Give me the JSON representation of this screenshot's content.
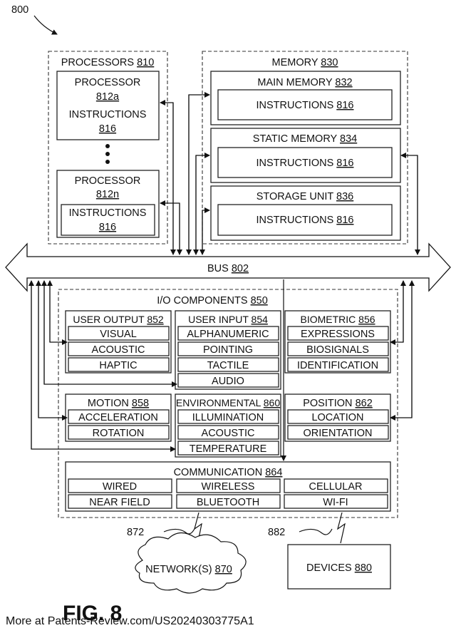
{
  "figure_ref": "800",
  "processors": {
    "group": "PROCESSORS",
    "group_ref": "810",
    "p1": "PROCESSOR",
    "p1_ref": "812a",
    "p1_instr": "INSTRUCTIONS",
    "p1_instr_ref": "816",
    "p2": "PROCESSOR",
    "p2_ref": "812n",
    "p2_instr": "INSTRUCTIONS",
    "p2_instr_ref": "816"
  },
  "memory": {
    "group": "MEMORY",
    "group_ref": "830",
    "main": "MAIN MEMORY",
    "main_ref": "832",
    "static": "STATIC MEMORY",
    "static_ref": "834",
    "storage": "STORAGE UNIT",
    "storage_ref": "836",
    "instr": "INSTRUCTIONS",
    "instr_ref": "816"
  },
  "bus": {
    "label": "BUS",
    "ref": "802"
  },
  "io": {
    "group": "I/O COMPONENTS",
    "group_ref": "850",
    "user_output": {
      "title": "USER OUTPUT",
      "ref": "852",
      "items": [
        "VISUAL",
        "ACOUSTIC",
        "HAPTIC"
      ]
    },
    "user_input": {
      "title": "USER INPUT",
      "ref": "854",
      "items": [
        "ALPHANUMERIC",
        "POINTING",
        "TACTILE",
        "AUDIO"
      ]
    },
    "biometric": {
      "title": "BIOMETRIC",
      "ref": "856",
      "items": [
        "EXPRESSIONS",
        "BIOSIGNALS",
        "IDENTIFICATION"
      ]
    },
    "motion": {
      "title": "MOTION",
      "ref": "858",
      "items": [
        "ACCELERATION",
        "ROTATION"
      ]
    },
    "environmental": {
      "title": "ENVIRONMENTAL",
      "ref": "860",
      "items": [
        "ILLUMINATION",
        "ACOUSTIC",
        "TEMPERATURE"
      ]
    },
    "position": {
      "title": "POSITION",
      "ref": "862",
      "items": [
        "LOCATION",
        "ORIENTATION"
      ]
    },
    "communication": {
      "title": "COMMUNICATION",
      "ref": "864",
      "items": [
        "WIRED",
        "WIRELESS",
        "CELLULAR",
        "NEAR FIELD",
        "BLUETOOTH",
        "WI-FI"
      ]
    }
  },
  "network": {
    "label": "NETWORK(S)",
    "ref": "870",
    "link_ref": "872"
  },
  "devices": {
    "label": "DEVICES",
    "ref": "880",
    "link_ref": "882"
  },
  "fig_label": "FIG. 8",
  "footer": "More at Patents-Review.com/US20240303775A1"
}
